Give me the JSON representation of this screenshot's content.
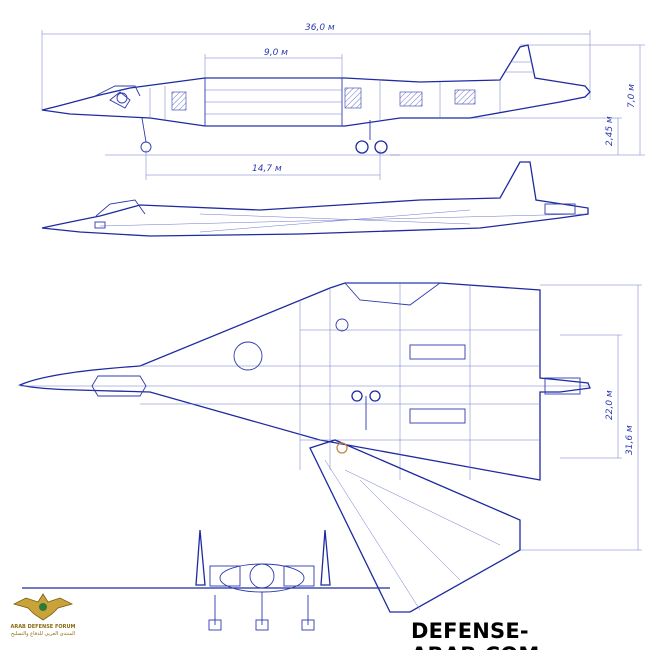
{
  "dimensions": {
    "overall_length": "36,0 м",
    "bay_length": "9,0 м",
    "wheelbase": "14,7 м",
    "height": "7,0 м",
    "gear_height": "2,45 м",
    "span_inner": "22,0 м",
    "span_outer": "31,6 м"
  },
  "watermark": {
    "site": "DEFENSE-ARAB.COM",
    "logo_text": "ARAB DEFENSE FORUM",
    "logo_subtext": "المنتدى العربي للدفاع والتسليح"
  },
  "colors": {
    "line": "#2c3ab0",
    "accent": "#c8803a"
  }
}
